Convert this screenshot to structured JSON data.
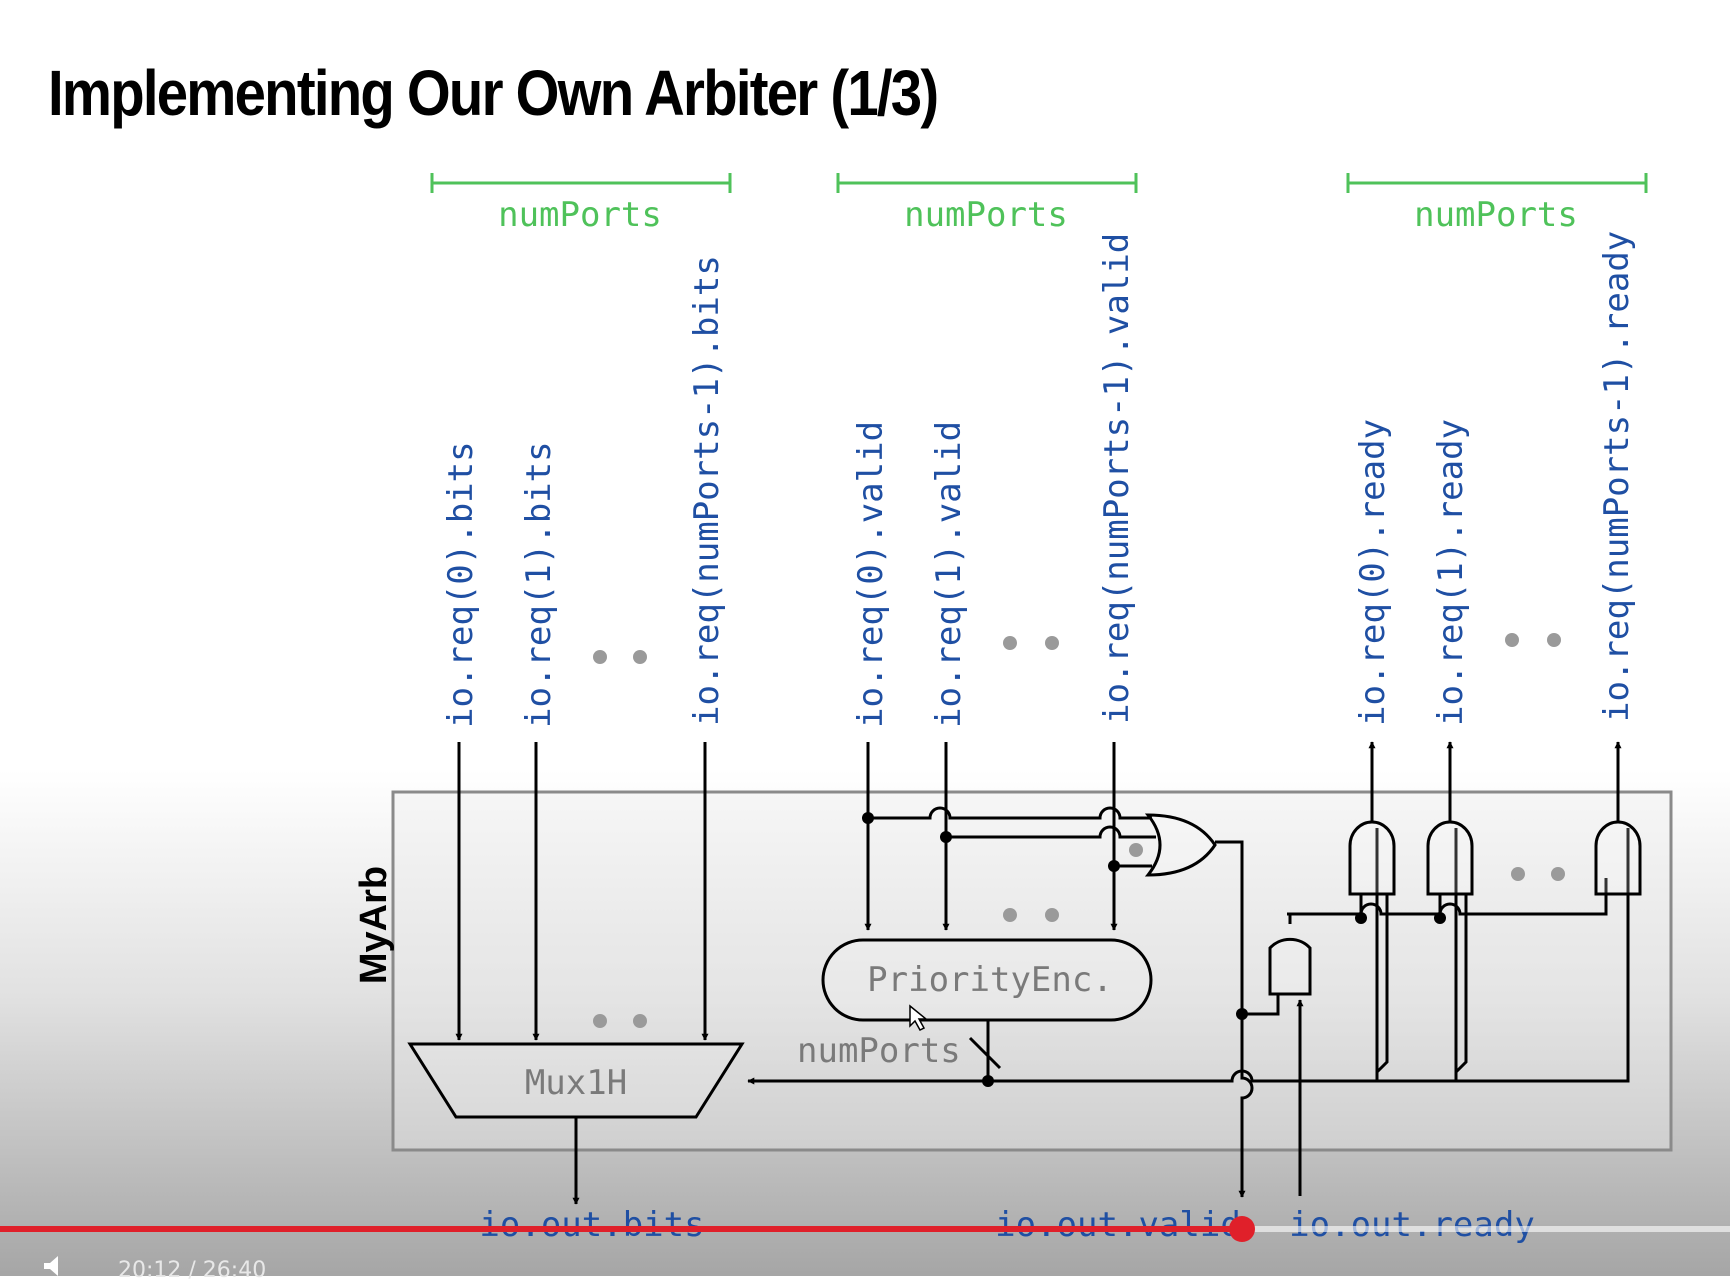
{
  "slide": {
    "title": "Implementing Our Own Arbiter (1/3)"
  },
  "diagram": {
    "module_label": "MyArb",
    "width_label": "numPorts",
    "bus_width_label": "numPorts",
    "inputs_bits": [
      "io.req(0).bits",
      "io.req(1).bits",
      "io.req(numPorts-1).bits"
    ],
    "inputs_valid": [
      "io.req(0).valid",
      "io.req(1).valid",
      "io.req(numPorts-1).valid"
    ],
    "outputs_ready": [
      "io.req(0).ready",
      "io.req(1).ready",
      "io.req(numPorts-1).ready"
    ],
    "mux_label": "Mux1H",
    "encoder_label": "PriorityEnc.",
    "out_bits": "io.out.bits",
    "out_valid": "io.out.valid",
    "out_ready": "io.out.ready"
  },
  "player": {
    "progress": 0.718,
    "time": "20:12 / 26:40"
  }
}
